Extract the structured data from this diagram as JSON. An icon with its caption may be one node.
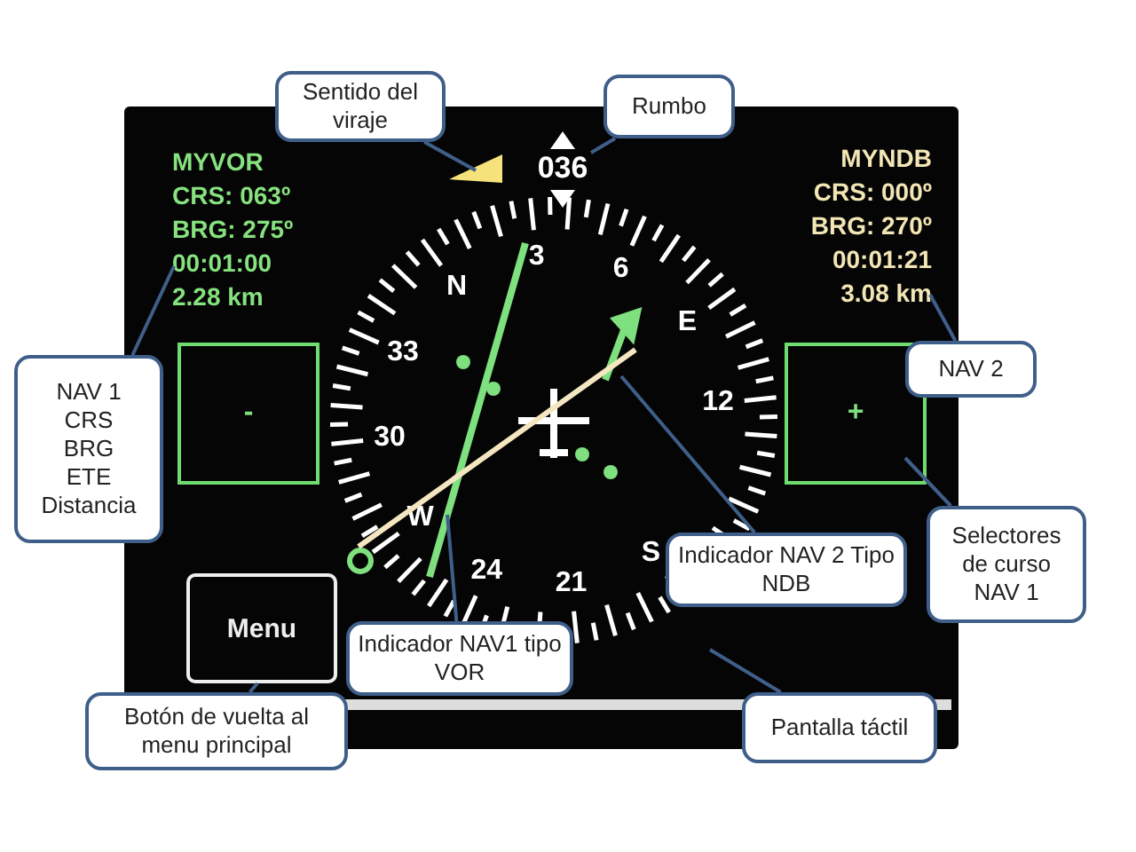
{
  "diagram": {
    "nodes": [
      {
        "text": [],
        "shape": "box"
      },
      {
        "text": [
          "MYVOR",
          "CRS: 063º",
          "BRG: 275º",
          "00:01:00",
          "2.28 km"
        ],
        "in": 0
      },
      {
        "text": [],
        "shape": "triangle",
        "in": 0
      },
      {
        "text": [
          "036"
        ],
        "in": 0
      },
      {
        "text": [
          "MYNDB",
          "CRS: 000º",
          "BRG: 270º",
          "00:01:21",
          "3.08 km"
        ],
        "in": 0
      },
      {
        "text": [
          "-"
        ],
        "in": 0
      },
      {
        "text": [],
        "shape": "line",
        "in": 0
      },
      {
        "text": [],
        "shape": "line",
        "in": 0
      },
      {
        "text": [
          "+"
        ],
        "in": 0
      },
      {
        "text": [
          "Menu"
        ],
        "in": 0
      },
      {
        "text": [
          "Sentido del viraje"
        ]
      },
      {
        "text": [
          "Rumbo"
        ]
      },
      {
        "text": [
          "NAV 1",
          "CRS",
          "BRG",
          "ETE",
          "Distancia"
        ]
      },
      {
        "text": [
          "NAV 2"
        ]
      },
      {
        "text": [
          "Indicador NAV 2 Tipo NDB"
        ],
        "in": 0
      },
      {
        "text": [
          "Selectores de curso NAV 1"
        ]
      },
      {
        "text": [
          "Indicador NAV1 tipo VOR"
        ],
        "in": 0
      },
      {
        "text": [
          "Botón de vuelta al menu principal"
        ]
      },
      {
        "text": [
          "Pantalla táctil"
        ]
      }
    ],
    "edges": [
      {
        "from": 10,
        "to": 2,
        "arrow": "none"
      },
      {
        "from": 11,
        "to": 3,
        "arrow": "none"
      },
      {
        "from": 12,
        "to": 1,
        "arrow": "none"
      },
      {
        "from": 13,
        "to": 4,
        "arrow": "none"
      },
      {
        "from": 14,
        "to": 7,
        "arrow": "none"
      },
      {
        "from": 15,
        "to": 8,
        "arrow": "none"
      },
      {
        "from": 16,
        "to": 6,
        "arrow": "none"
      },
      {
        "from": 17,
        "to": 9,
        "arrow": "none"
      },
      {
        "from": 18,
        "to": 0,
        "arrow": "none"
      }
    ],
    "labels": [
      "N",
      "3",
      "6",
      "E",
      "12",
      "S",
      "21",
      "24",
      "W",
      "30",
      "33"
    ]
  }
}
